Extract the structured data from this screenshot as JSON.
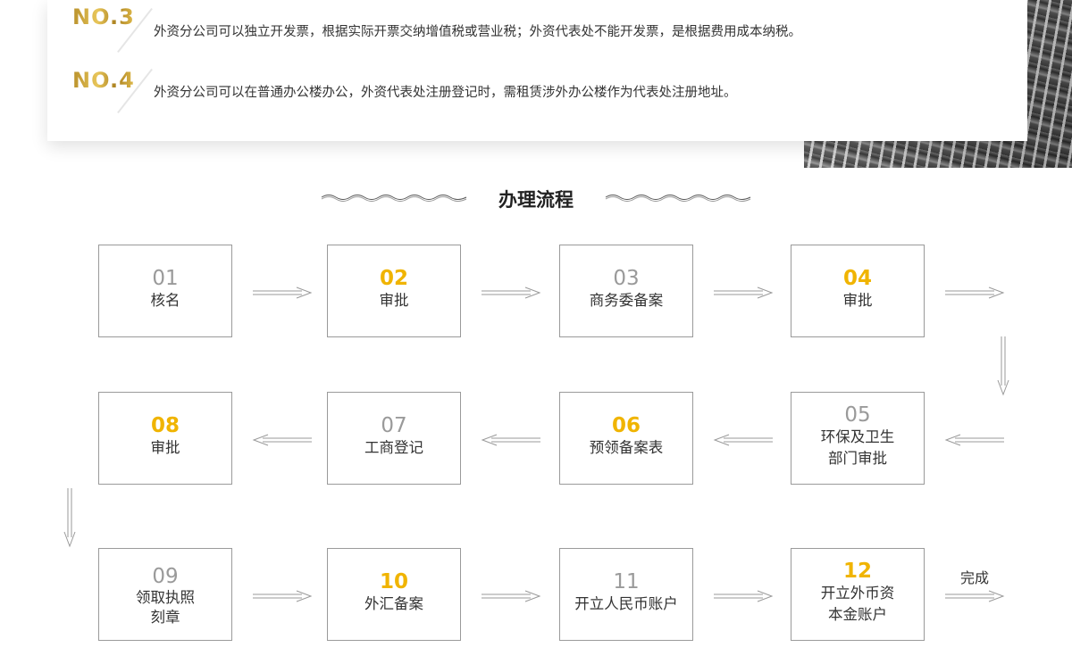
{
  "info": {
    "items": [
      {
        "no": "NO.3",
        "text": "外资分公司可以独立开发票，根据实际开票交纳增值税或营业税；外资代表处不能开发票，是根据费用成本纳税。"
      },
      {
        "no": "NO.4",
        "text": "外资分公司可以在普通办公楼办公，外资代表处注册登记时，需租赁涉外办公楼作为代表处注册地址。"
      }
    ]
  },
  "process": {
    "title": "办理流程",
    "done_label": "完成",
    "steps": [
      {
        "num": "01",
        "label": "核名",
        "color": "gray"
      },
      {
        "num": "02",
        "label": "审批",
        "color": "gold"
      },
      {
        "num": "03",
        "label": "商务委备案",
        "color": "gray"
      },
      {
        "num": "04",
        "label": "审批",
        "color": "gold"
      },
      {
        "num": "05",
        "label": "环保及卫生部门审批",
        "line1": "环保及卫生",
        "line2": "部门审批",
        "color": "gray"
      },
      {
        "num": "06",
        "label": "预领备案表",
        "color": "gold"
      },
      {
        "num": "07",
        "label": "工商登记",
        "color": "gray"
      },
      {
        "num": "08",
        "label": "审批",
        "color": "gold"
      },
      {
        "num": "09",
        "label": "领取执照刻章",
        "line1": "领取执照",
        "line2": "刻章",
        "color": "gray"
      },
      {
        "num": "10",
        "label": "外汇备案",
        "color": "gold"
      },
      {
        "num": "11",
        "label": "开立人民币账户",
        "color": "gray"
      },
      {
        "num": "12",
        "label": "开立外币资本金账户",
        "line1": "开立外币资",
        "line2": "本金账户",
        "color": "gold"
      }
    ]
  },
  "colors": {
    "gold": "#f0b400",
    "gray": "#9a9a9a",
    "no_gold": "#c9a227"
  }
}
